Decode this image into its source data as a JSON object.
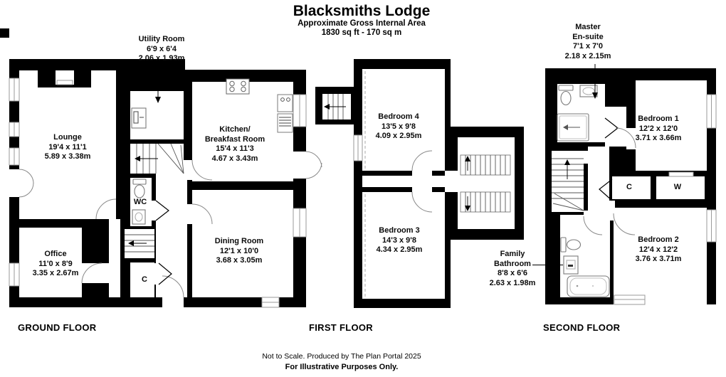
{
  "header": {
    "title": "Blacksmiths Lodge",
    "subtitle1": "Approximate Gross Internal Area",
    "subtitle2": "1830 sq ft - 170 sq m"
  },
  "floors": {
    "ground": {
      "title": "GROUND FLOOR",
      "rooms": {
        "utility": {
          "name": "Utility Room",
          "imperial": "6'9 x 6'4",
          "metric": "2.06 x 1.93m"
        },
        "lounge": {
          "name": "Lounge",
          "imperial": "19'4 x 11'1",
          "metric": "5.89 x 3.38m"
        },
        "kitchen": {
          "name_line1": "Kitchen/",
          "name_line2": "Breakfast Room",
          "imperial": "15'4 x 11'3",
          "metric": "4.67 x 3.43m"
        },
        "office": {
          "name": "Office",
          "imperial": "11'0 x 8'9",
          "metric": "3.35 x 2.67m"
        },
        "dining": {
          "name": "Dining Room",
          "imperial": "12'1 x 10'0",
          "metric": "3.68 x 3.05m"
        },
        "wc": {
          "name": "WC"
        },
        "cupboard": {
          "name": "C"
        }
      }
    },
    "first": {
      "title": "FIRST FLOOR",
      "rooms": {
        "bedroom4": {
          "name": "Bedroom 4",
          "imperial": "13'5 x 9'8",
          "metric": "4.09 x 2.95m"
        },
        "bedroom3": {
          "name": "Bedroom 3",
          "imperial": "14'3 x 9'8",
          "metric": "4.34 x 2.95m"
        }
      }
    },
    "second": {
      "title": "SECOND FLOOR",
      "rooms": {
        "master_ensuite": {
          "name_line1": "Master",
          "name_line2": "En-suite",
          "imperial": "7'1 x 7'0",
          "metric": "2.18 x 2.15m"
        },
        "bedroom1": {
          "name": "Bedroom 1",
          "imperial": "12'2 x 12'0",
          "metric": "3.71 x 3.66m"
        },
        "bedroom2": {
          "name": "Bedroom 2",
          "imperial": "12'4 x 12'2",
          "metric": "3.76 x 3.71m"
        },
        "family_bathroom": {
          "name_line1": "Family",
          "name_line2": "Bathroom",
          "imperial": "8'8 x 6'6",
          "metric": "2.63 x 1.98m"
        },
        "closet_c": {
          "name": "C"
        },
        "closet_w": {
          "name": "W"
        }
      }
    }
  },
  "footer": {
    "line1": "Not to Scale. Produced by The Plan Portal 2025",
    "line2": "For Illustrative Purposes Only."
  },
  "colors": {
    "wall": "#000000",
    "background": "#ffffff",
    "fixture_outline": "#7a7a7a"
  }
}
